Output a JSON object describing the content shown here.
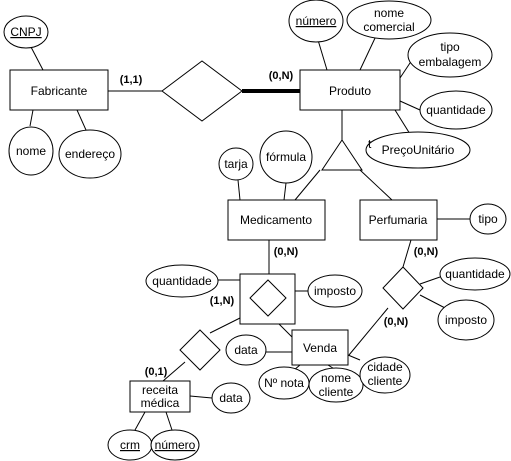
{
  "entities": {
    "fabricante": "Fabricante",
    "produto": "Produto",
    "medicamento": "Medicamento",
    "perfumaria": "Perfumaria",
    "venda": "Venda",
    "receita_line1": "receita",
    "receita_line2": "médica"
  },
  "attributes": {
    "cnpj": "CNPJ",
    "nome": "nome",
    "endereco": "endereço",
    "numero": "número",
    "nome_comercial_1": "nome",
    "nome_comercial_2": "comercial",
    "tipo_embalagem_1": "tipo",
    "tipo_embalagem_2": "embalagem",
    "quantidade_produto": "quantidade",
    "preco_unitario": "PreçoUnitário",
    "tarja": "tarja",
    "formula": "fórmula",
    "tipo": "tipo",
    "quantidade_med": "quantidade",
    "imposto_med": "imposto",
    "quantidade_perf": "quantidade",
    "imposto_perf": "imposto",
    "data_venda": "data",
    "n_nota": "Nº nota",
    "nome_cliente_1": "nome",
    "nome_cliente_2": "cliente",
    "cidade_cliente_1": "cidade",
    "cidade_cliente_2": "cliente",
    "data_receita": "data",
    "crm": "crm",
    "numero_receita": "número"
  },
  "cardinalities": {
    "fabricante_side": "(1,1)",
    "produto_side": "(0,N)",
    "medicamento_side": "(0,N)",
    "venda_med_side": "(1,N)",
    "perfumaria_side": "(0,N)",
    "venda_perf_side": "(0,N)",
    "receita_side": "(0,1)"
  },
  "specialization_label": "t"
}
